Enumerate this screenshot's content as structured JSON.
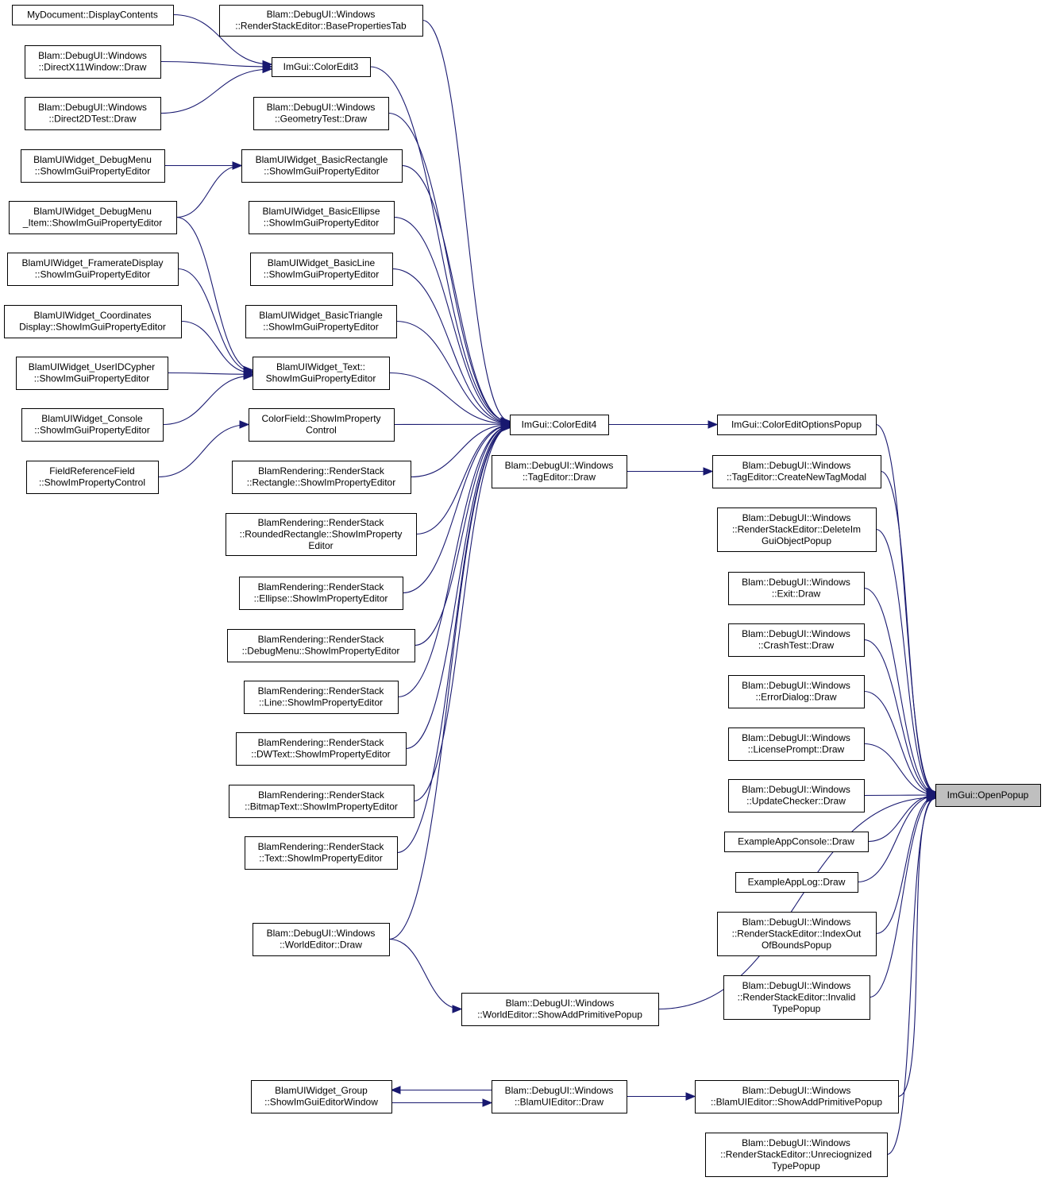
{
  "diagram": {
    "nodes": [
      {
        "id": "mydoc",
        "lines": [
          "MyDocument::DisplayContents"
        ]
      },
      {
        "id": "dx11",
        "lines": [
          "Blam::DebugUI::Windows",
          "::DirectX11Window::Draw"
        ]
      },
      {
        "id": "d2d",
        "lines": [
          "Blam::DebugUI::Windows",
          "::Direct2DTest::Draw"
        ]
      },
      {
        "id": "dbgmenu",
        "lines": [
          "BlamUIWidget_DebugMenu",
          "::ShowImGuiPropertyEditor"
        ]
      },
      {
        "id": "dbgmenuitem",
        "lines": [
          "BlamUIWidget_DebugMenu",
          "_Item::ShowImGuiPropertyEditor"
        ]
      },
      {
        "id": "framerate",
        "lines": [
          "BlamUIWidget_FramerateDisplay",
          "::ShowImGuiPropertyEditor"
        ]
      },
      {
        "id": "coords",
        "lines": [
          "BlamUIWidget_Coordinates",
          "Display::ShowImGuiPropertyEditor"
        ]
      },
      {
        "id": "userid",
        "lines": [
          "BlamUIWidget_UserIDCypher",
          "::ShowImGuiPropertyEditor"
        ]
      },
      {
        "id": "console",
        "lines": [
          "BlamUIWidget_Console",
          "::ShowImGuiPropertyEditor"
        ]
      },
      {
        "id": "fieldref",
        "lines": [
          "FieldReferenceField",
          "::ShowImPropertyControl"
        ]
      },
      {
        "id": "basetab",
        "lines": [
          "Blam::DebugUI::Windows",
          "::RenderStackEditor::BasePropertiesTab"
        ]
      },
      {
        "id": "coloredit3",
        "lines": [
          "ImGui::ColorEdit3"
        ]
      },
      {
        "id": "geomtest",
        "lines": [
          "Blam::DebugUI::Windows",
          "::GeometryTest::Draw"
        ]
      },
      {
        "id": "basicrect",
        "lines": [
          "BlamUIWidget_BasicRectangle",
          "::ShowImGuiPropertyEditor"
        ]
      },
      {
        "id": "basicellipse",
        "lines": [
          "BlamUIWidget_BasicEllipse",
          "::ShowImGuiPropertyEditor"
        ]
      },
      {
        "id": "basicline",
        "lines": [
          "BlamUIWidget_BasicLine",
          "::ShowImGuiPropertyEditor"
        ]
      },
      {
        "id": "basictri",
        "lines": [
          "BlamUIWidget_BasicTriangle",
          "::ShowImGuiPropertyEditor"
        ]
      },
      {
        "id": "text",
        "lines": [
          "BlamUIWidget_Text::",
          "ShowImGuiPropertyEditor"
        ]
      },
      {
        "id": "colorfield",
        "lines": [
          "ColorField::ShowImProperty",
          "Control"
        ]
      },
      {
        "id": "rsrect",
        "lines": [
          "BlamRendering::RenderStack",
          "::Rectangle::ShowImPropertyEditor"
        ]
      },
      {
        "id": "rsrounded",
        "lines": [
          "BlamRendering::RenderStack",
          "::RoundedRectangle::ShowImProperty",
          "Editor"
        ]
      },
      {
        "id": "rsellipse",
        "lines": [
          "BlamRendering::RenderStack",
          "::Ellipse::ShowImPropertyEditor"
        ]
      },
      {
        "id": "rsdebugmenu",
        "lines": [
          "BlamRendering::RenderStack",
          "::DebugMenu::ShowImPropertyEditor"
        ]
      },
      {
        "id": "rsline",
        "lines": [
          "BlamRendering::RenderStack",
          "::Line::ShowImPropertyEditor"
        ]
      },
      {
        "id": "rsdwtext",
        "lines": [
          "BlamRendering::RenderStack",
          "::DWText::ShowImPropertyEditor"
        ]
      },
      {
        "id": "rsbitmap",
        "lines": [
          "BlamRendering::RenderStack",
          "::BitmapText::ShowImPropertyEditor"
        ]
      },
      {
        "id": "rstext",
        "lines": [
          "BlamRendering::RenderStack",
          "::Text::ShowImPropertyEditor"
        ]
      },
      {
        "id": "worldeditor",
        "lines": [
          "Blam::DebugUI::Windows",
          "::WorldEditor::Draw"
        ]
      },
      {
        "id": "group",
        "lines": [
          "BlamUIWidget_Group",
          "::ShowImGuiEditorWindow"
        ]
      },
      {
        "id": "coloredit4",
        "lines": [
          "ImGui::ColorEdit4"
        ]
      },
      {
        "id": "tageditor",
        "lines": [
          "Blam::DebugUI::Windows",
          "::TagEditor::Draw"
        ]
      },
      {
        "id": "worldaddprim",
        "lines": [
          "Blam::DebugUI::Windows",
          "::WorldEditor::ShowAddPrimitivePopup"
        ]
      },
      {
        "id": "uieditor",
        "lines": [
          "Blam::DebugUI::Windows",
          "::BlamUIEditor::Draw"
        ]
      },
      {
        "id": "coloreditopts",
        "lines": [
          "ImGui::ColorEditOptionsPopup"
        ]
      },
      {
        "id": "createnewtag",
        "lines": [
          "Blam::DebugUI::Windows",
          "::TagEditor::CreateNewTagModal"
        ]
      },
      {
        "id": "deleteimgui",
        "lines": [
          "Blam::DebugUI::Windows",
          "::RenderStackEditor::DeleteIm",
          "GuiObjectPopup"
        ]
      },
      {
        "id": "exit",
        "lines": [
          "Blam::DebugUI::Windows",
          "::Exit::Draw"
        ]
      },
      {
        "id": "crashtest",
        "lines": [
          "Blam::DebugUI::Windows",
          "::CrashTest::Draw"
        ]
      },
      {
        "id": "errordialog",
        "lines": [
          "Blam::DebugUI::Windows",
          "::ErrorDialog::Draw"
        ]
      },
      {
        "id": "license",
        "lines": [
          "Blam::DebugUI::Windows",
          "::LicensePrompt::Draw"
        ]
      },
      {
        "id": "updatechecker",
        "lines": [
          "Blam::DebugUI::Windows",
          "::UpdateChecker::Draw"
        ]
      },
      {
        "id": "appconsole",
        "lines": [
          "ExampleAppConsole::Draw"
        ]
      },
      {
        "id": "applog",
        "lines": [
          "ExampleAppLog::Draw"
        ]
      },
      {
        "id": "indexout",
        "lines": [
          "Blam::DebugUI::Windows",
          "::RenderStackEditor::IndexOut",
          "OfBoundsPopup"
        ]
      },
      {
        "id": "invalidtype",
        "lines": [
          "Blam::DebugUI::Windows",
          "::RenderStackEditor::Invalid",
          "TypePopup"
        ]
      },
      {
        "id": "uiaddprim",
        "lines": [
          "Blam::DebugUI::Windows",
          "::BlamUIEditor::ShowAddPrimitivePopup"
        ]
      },
      {
        "id": "unrecognized",
        "lines": [
          "Blam::DebugUI::Windows",
          "::RenderStackEditor::Unreciognized",
          "TypePopup"
        ]
      },
      {
        "id": "openpopup",
        "lines": [
          "ImGui::OpenPopup"
        ]
      }
    ],
    "edges": [
      [
        "mydoc",
        "coloredit3"
      ],
      [
        "dx11",
        "coloredit3"
      ],
      [
        "d2d",
        "coloredit3"
      ],
      [
        "dbgmenu",
        "basicrect"
      ],
      [
        "dbgmenuitem",
        "basicrect"
      ],
      [
        "dbgmenuitem",
        "text"
      ],
      [
        "framerate",
        "text"
      ],
      [
        "coords",
        "text"
      ],
      [
        "userid",
        "text"
      ],
      [
        "console",
        "text"
      ],
      [
        "fieldref",
        "colorfield"
      ],
      [
        "basetab",
        "coloredit4"
      ],
      [
        "coloredit3",
        "coloredit4"
      ],
      [
        "geomtest",
        "coloredit4"
      ],
      [
        "basicrect",
        "coloredit4"
      ],
      [
        "basicellipse",
        "coloredit4"
      ],
      [
        "basicline",
        "coloredit4"
      ],
      [
        "basictri",
        "coloredit4"
      ],
      [
        "text",
        "coloredit4"
      ],
      [
        "colorfield",
        "coloredit4"
      ],
      [
        "rsrect",
        "coloredit4"
      ],
      [
        "rsrounded",
        "coloredit4"
      ],
      [
        "rsellipse",
        "coloredit4"
      ],
      [
        "rsdebugmenu",
        "coloredit4"
      ],
      [
        "rsline",
        "coloredit4"
      ],
      [
        "rsdwtext",
        "coloredit4"
      ],
      [
        "rsbitmap",
        "coloredit4"
      ],
      [
        "rstext",
        "coloredit4"
      ],
      [
        "worldeditor",
        "coloredit4"
      ],
      [
        "worldeditor",
        "worldaddprim"
      ],
      [
        "group",
        "uieditor"
      ],
      [
        "uieditor",
        "group"
      ],
      [
        "coloredit4",
        "coloreditopts"
      ],
      [
        "tageditor",
        "createnewtag"
      ],
      [
        "uieditor",
        "uiaddprim"
      ],
      [
        "coloreditopts",
        "openpopup"
      ],
      [
        "createnewtag",
        "openpopup"
      ],
      [
        "deleteimgui",
        "openpopup"
      ],
      [
        "exit",
        "openpopup"
      ],
      [
        "crashtest",
        "openpopup"
      ],
      [
        "errordialog",
        "openpopup"
      ],
      [
        "license",
        "openpopup"
      ],
      [
        "updatechecker",
        "openpopup"
      ],
      [
        "appconsole",
        "openpopup"
      ],
      [
        "applog",
        "openpopup"
      ],
      [
        "indexout",
        "openpopup"
      ],
      [
        "invalidtype",
        "openpopup"
      ],
      [
        "worldaddprim",
        "openpopup"
      ],
      [
        "uiaddprim",
        "openpopup"
      ],
      [
        "unrecognized",
        "openpopup"
      ]
    ],
    "root_node": "openpopup",
    "colors": {
      "edge": "#191970",
      "node_border": "#000000",
      "root_fill": "#bfbfbf",
      "node_fill": "#ffffff"
    }
  }
}
